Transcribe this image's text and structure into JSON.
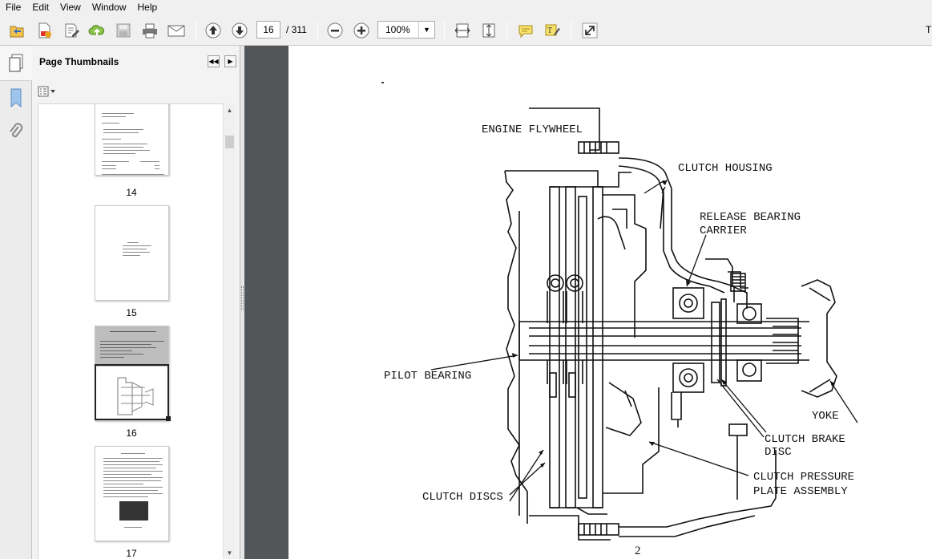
{
  "menu": [
    "File",
    "Edit",
    "View",
    "Window",
    "Help"
  ],
  "toolbar": {
    "page_current": "16",
    "page_total": "/ 311",
    "zoom": "100%",
    "edge_label": "T"
  },
  "panel": {
    "title": "Page Thumbnails",
    "thumbnails": [
      {
        "page": "14"
      },
      {
        "page": "15"
      },
      {
        "page": "16"
      },
      {
        "page": "17"
      }
    ]
  },
  "diagram": {
    "labels": {
      "engine_flywheel": "ENGINE FLYWHEEL",
      "clutch_housing": "CLUTCH HOUSING",
      "release_bearing_1": "RELEASE BEARING",
      "release_bearing_2": "CARRIER",
      "pilot_bearing": "PILOT BEARING",
      "yoke": "YOKE",
      "clutch_brake_1": "CLUTCH BRAKE",
      "clutch_brake_2": "DISC",
      "clutch_pressure_1": "CLUTCH PRESSURE",
      "clutch_pressure_2": "PLATE ASSEMBLY",
      "clutch_discs": "CLUTCH DISCS"
    },
    "page_number": "2"
  },
  "icons": {
    "accent": "#2b6cc4",
    "highlight": "#f4d03f"
  }
}
